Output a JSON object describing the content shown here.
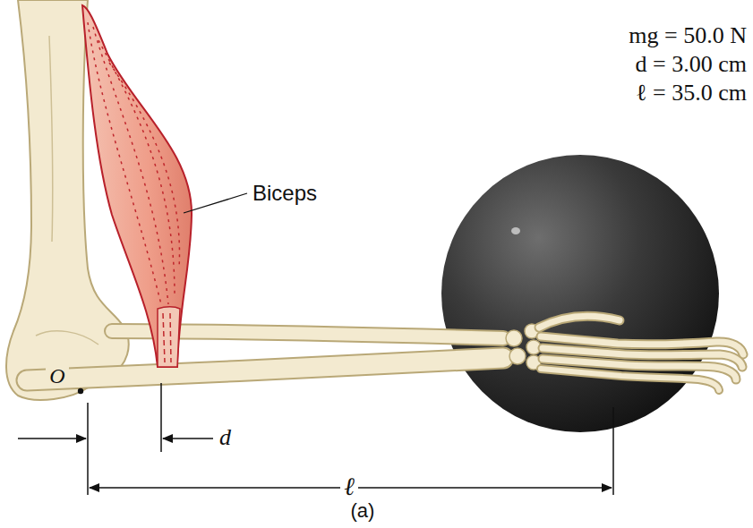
{
  "diagram": {
    "labels": [
      "mg = 50.0 N",
      "d = 3.00 cm",
      "ℓ = 35.0 cm",
      "Biceps",
      "O",
      "d",
      "ℓ",
      "(a)"
    ]
  }
}
